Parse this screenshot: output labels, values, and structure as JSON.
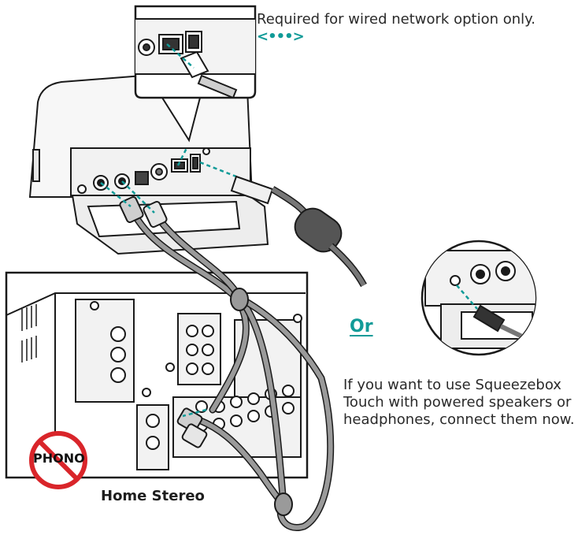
{
  "notes": {
    "wired_text": "Required for wired network option only.",
    "wired_arrow": "<•••>",
    "or_label": "Or",
    "speakers_text": "If you want to use Squeezebox Touch with powered speakers or headphones, connect them now."
  },
  "stereo": {
    "caption": "Home Stereo",
    "phono_label": "PHONO"
  },
  "colors": {
    "accent": "#119b98",
    "prohibit": "#d9252a",
    "cable": "#8c8c8c",
    "outline": "#1a1a1a"
  }
}
